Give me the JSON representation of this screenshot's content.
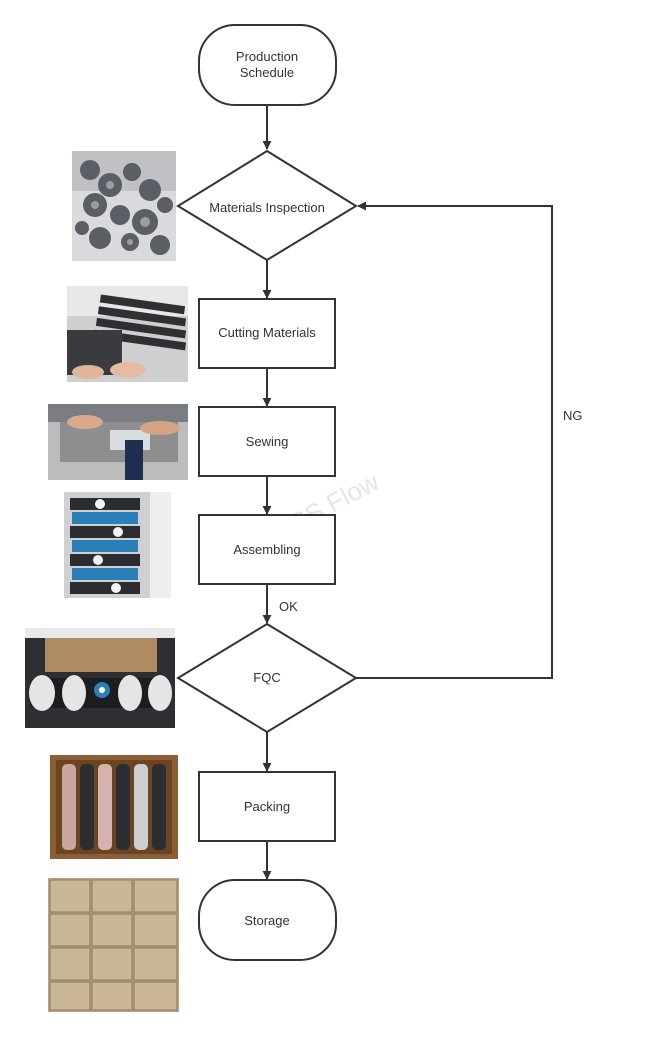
{
  "nodes": {
    "production_schedule": {
      "line1": "Production",
      "line2": "Schedule"
    },
    "materials_inspection": "Materials Inspection",
    "cutting_materials": "Cutting Materials",
    "sewing": "Sewing",
    "assembling": "Assembling",
    "fqc": "FQC",
    "packing": "Packing",
    "storage": "Storage"
  },
  "edges": {
    "ok": "OK",
    "ng": "NG"
  },
  "watermark": "APS Flow",
  "colors": {
    "stroke": "#333333",
    "text": "#333333",
    "background": "#ffffff",
    "cardboard": "#b8a283",
    "gray_material": "#6d7077",
    "brace_blue": "#2a7fb8"
  }
}
